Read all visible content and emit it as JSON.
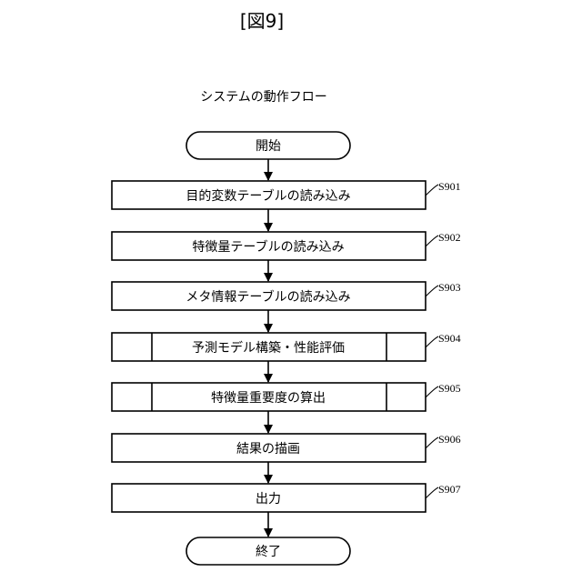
{
  "figure_label": "[図9]",
  "title": "システムの動作フロー",
  "start": "開始",
  "end": "終了",
  "steps": [
    {
      "id": "S901",
      "label": "目的変数テーブルの読み込み",
      "predefined": false
    },
    {
      "id": "S902",
      "label": "特徴量テーブルの読み込み",
      "predefined": false
    },
    {
      "id": "S903",
      "label": "メタ情報テーブルの読み込み",
      "predefined": false
    },
    {
      "id": "S904",
      "label": "予測モデル構築・性能評価",
      "predefined": true
    },
    {
      "id": "S905",
      "label": "特徴量重要度の算出",
      "predefined": true
    },
    {
      "id": "S906",
      "label": "結果の描画",
      "predefined": false
    },
    {
      "id": "S907",
      "label": "出力",
      "predefined": false
    }
  ]
}
